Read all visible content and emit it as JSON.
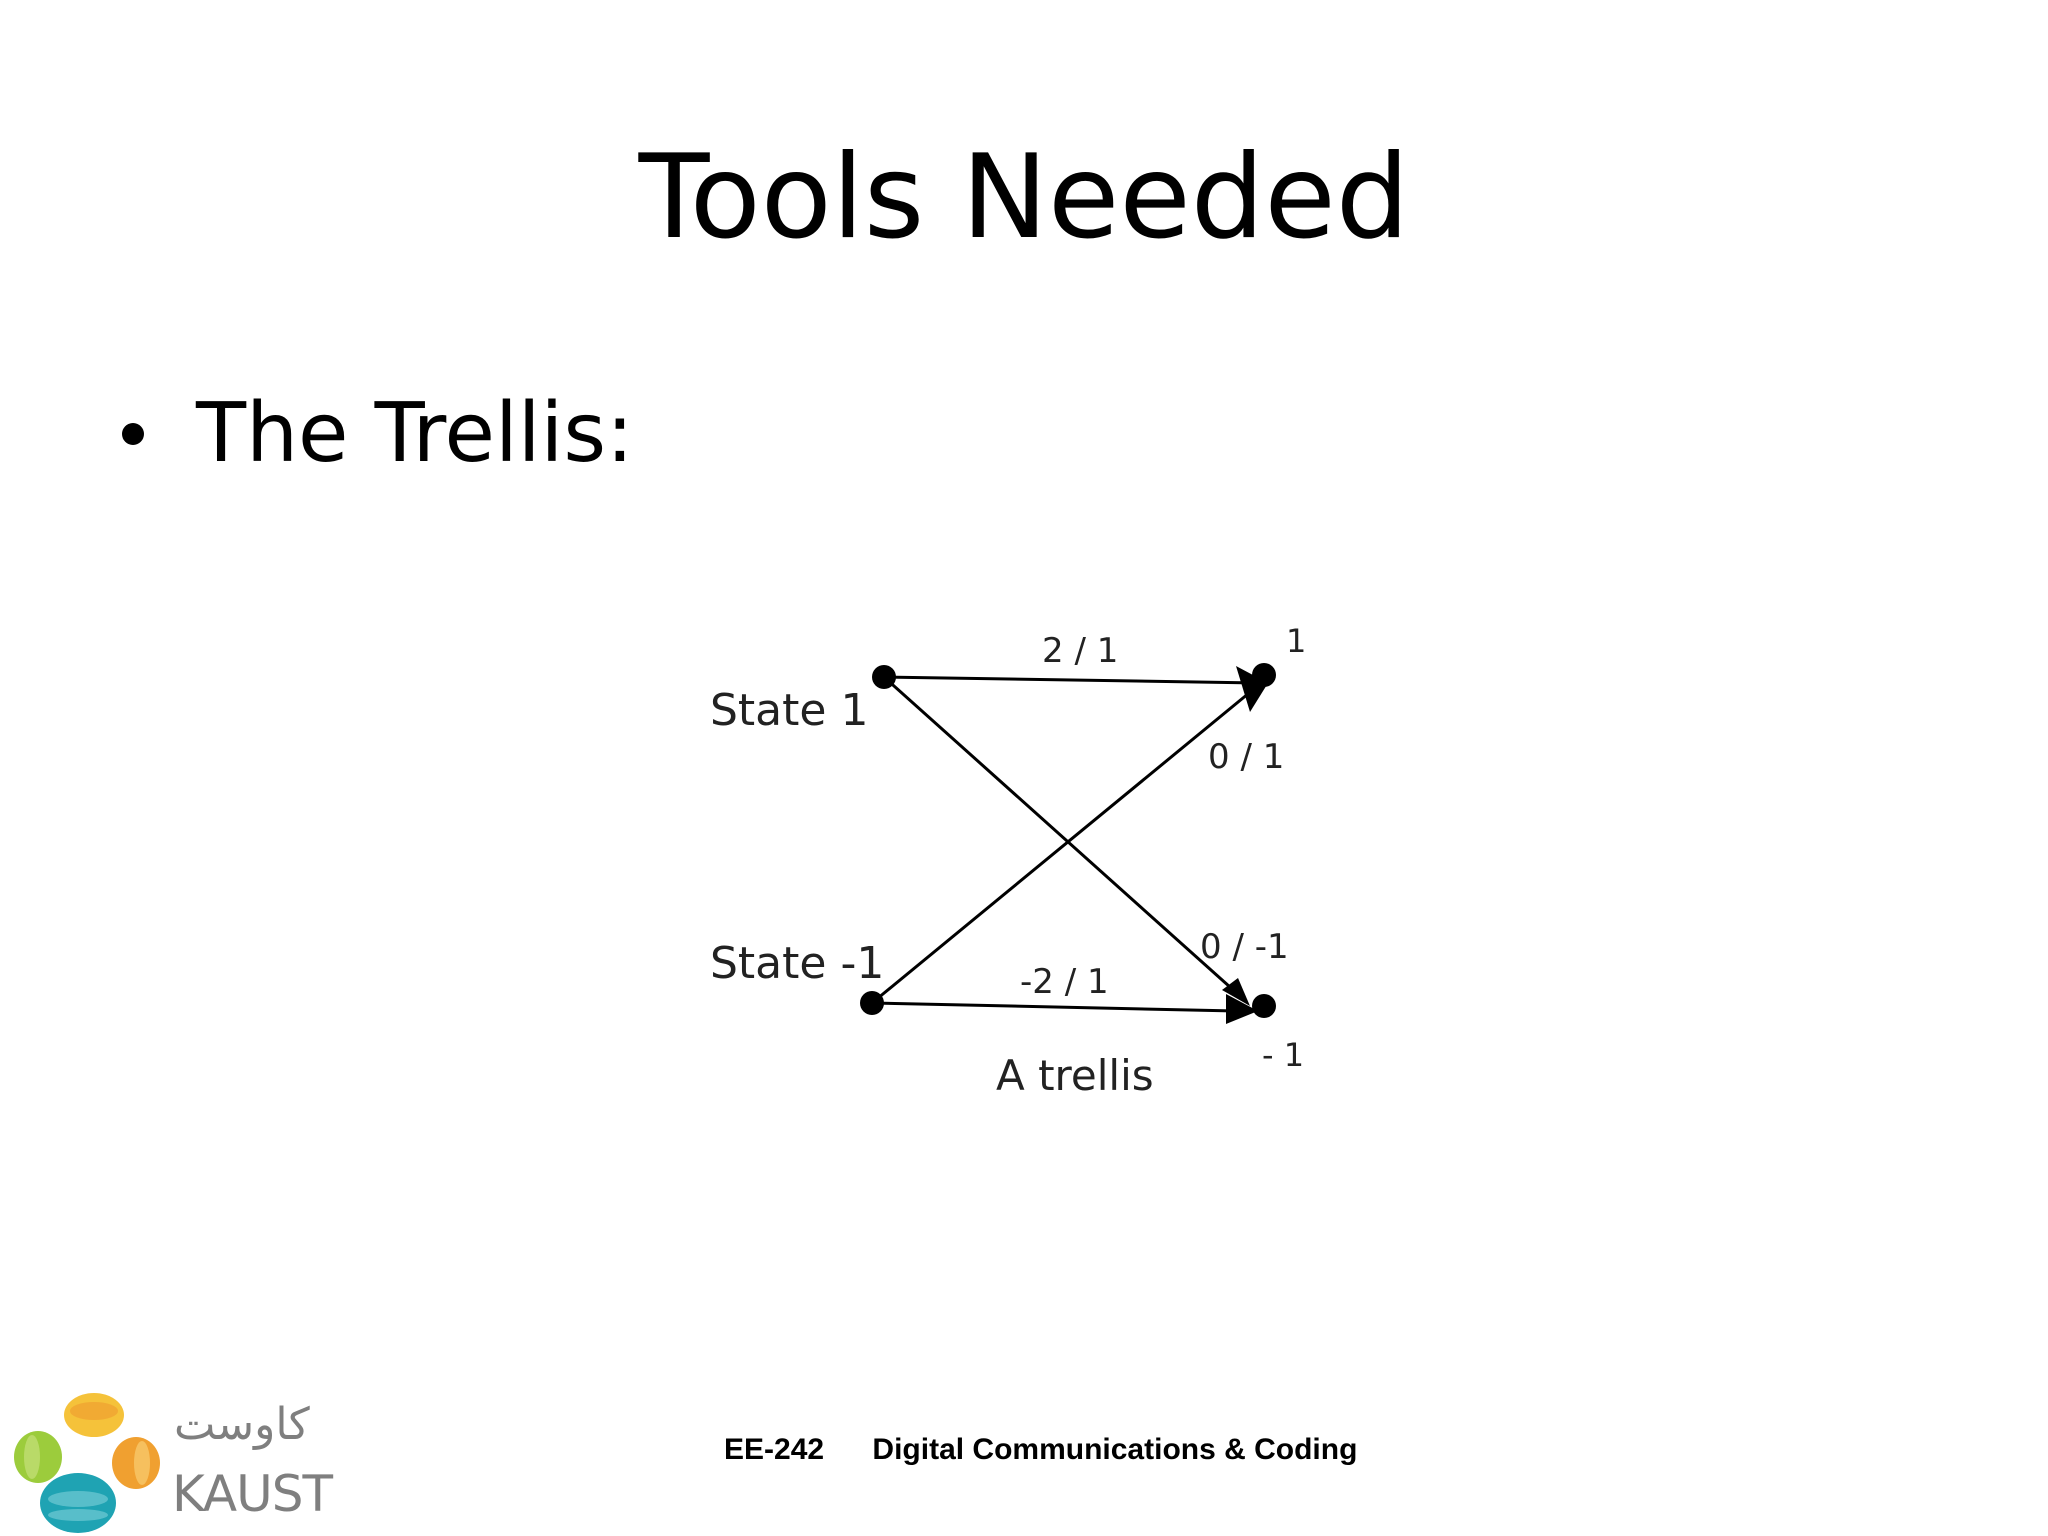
{
  "slide": {
    "title": "Tools Needed",
    "bullet": "The Trellis:"
  },
  "diagram": {
    "state_top_label": "State 1",
    "state_bottom_label": "State -1",
    "edge_top_label": "2 / 1",
    "edge_cross_up_label": "0 / 1",
    "edge_cross_down_label": "0 / -1",
    "edge_bottom_label": "-2 / 1",
    "end_top_value": "1",
    "end_bottom_value": "- 1",
    "caption": "A trellis"
  },
  "footer": {
    "course": "EE-242",
    "course_title": "Digital Communications & Coding"
  },
  "logo": {
    "latin": "KAUST",
    "arabic": "كاوست"
  },
  "colors": {
    "text": "#000000",
    "logo_gray": "#7f7f7f",
    "logo_orange": "#f0a030",
    "logo_yellow": "#f5c23a",
    "logo_green": "#9ccc3c",
    "logo_teal": "#1fa3b3"
  }
}
